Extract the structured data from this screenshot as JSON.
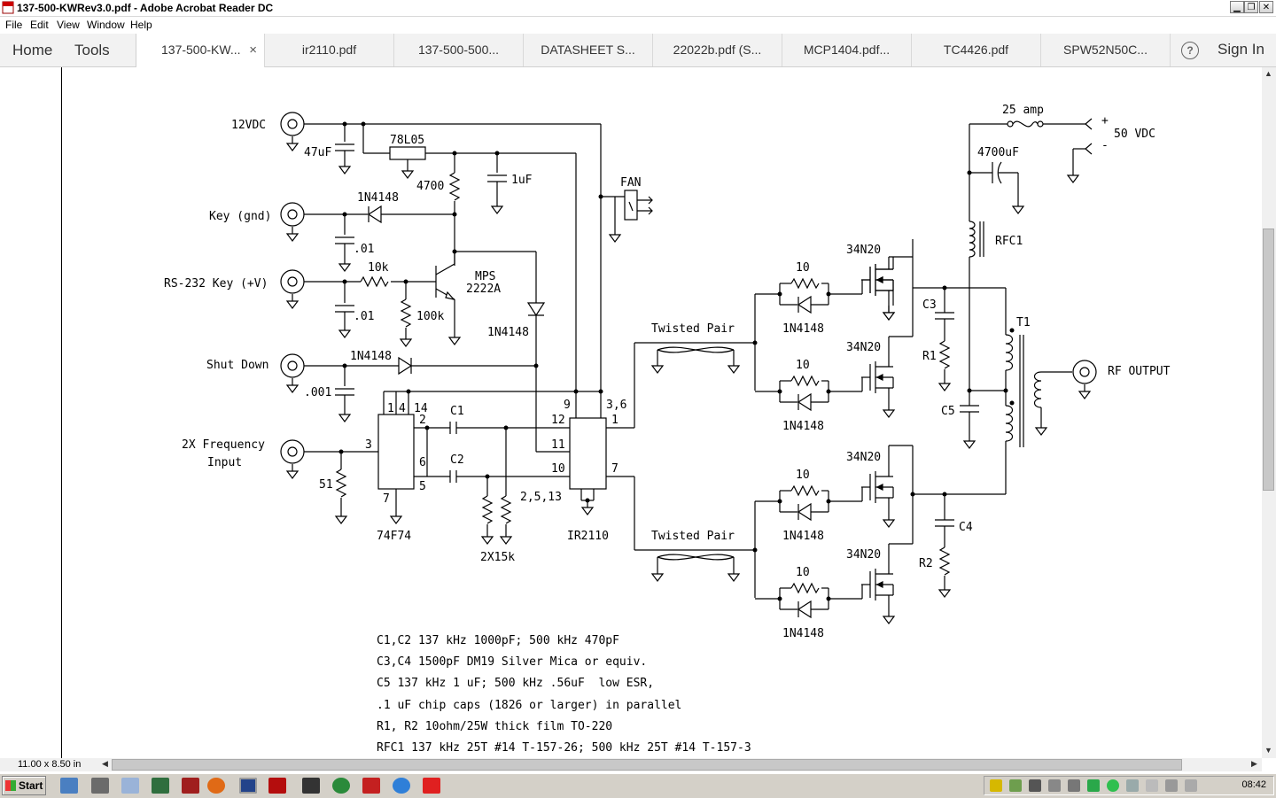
{
  "window": {
    "title": "137-500-KWRev3.0.pdf - Adobe Acrobat Reader DC",
    "buttons": [
      "▁",
      "❐",
      "✕"
    ]
  },
  "menu": [
    "File",
    "Edit",
    "View",
    "Window",
    "Help"
  ],
  "toolbar": {
    "home": "Home",
    "tools": "Tools",
    "tabs": [
      {
        "label": "137-500-KW...",
        "close": "×"
      },
      {
        "label": "ir2110.pdf"
      },
      {
        "label": "137-500-500..."
      },
      {
        "label": "DATASHEET S..."
      },
      {
        "label": "22022b.pdf (S..."
      },
      {
        "label": "MCP1404.pdf..."
      },
      {
        "label": "TC4426.pdf"
      },
      {
        "label": "SPW52N50C..."
      }
    ],
    "help": "?",
    "sign_in": "Sign In"
  },
  "schematic": {
    "labels": {
      "v12": "12VDC",
      "c47": "47uF",
      "reg": "78L05",
      "r4700": "4700",
      "c1uf": "1uF",
      "fan": "FAN",
      "key": "Key (gnd)",
      "d1": "1N4148",
      "c01a": ".01",
      "rs232": "RS-232 Key (+V)",
      "r10k": "10k",
      "mps": "MPS",
      "q2222": "2222A",
      "r100k": "100k",
      "c01b": ".01",
      "d2": "1N4148",
      "shutdown": "Shut Down",
      "d3": "1N4148",
      "c001": ".001",
      "freq1": "2X Frequency",
      "freq2": "Input",
      "r51": "51",
      "u1": "74F74",
      "u1p1": "1",
      "u1p4": "4",
      "u1p14": "14",
      "u1p2": "2",
      "u1p3": "3",
      "u1p6": "6",
      "u1p5": "5",
      "u1p7": "7",
      "cC1": "C1",
      "cC2": "C2",
      "r15k": "2X15k",
      "u2": "IR2110",
      "u2p9": "9",
      "u2p36": "3,6",
      "u2p12": "12",
      "u2p1": "1",
      "u2p11": "11",
      "u2p10": "10",
      "u2p7": "7",
      "u2p2513": "2,5,13",
      "tp1": "Twisted Pair",
      "tp2": "Twisted Pair",
      "fet1": "34N20",
      "fet2": "34N20",
      "fet3": "34N20",
      "fet4": "34N20",
      "r10a": "10",
      "r10b": "10",
      "r10c": "10",
      "r10d": "10",
      "dg1": "1N4148",
      "dg2": "1N4148",
      "dg3": "1N4148",
      "dg4": "1N4148",
      "fuse": "25 amp",
      "plus": "+",
      "minus": "-",
      "v50": "50 VDC",
      "c4700": "4700uF",
      "rfc1": "RFC1",
      "t1": "T1",
      "c3": "C3",
      "r1": "R1",
      "c5": "C5",
      "c4": "C4",
      "r2": "R2",
      "rfout": "RF OUTPUT"
    },
    "notes": [
      "C1,C2 137 kHz 1000pF; 500 kHz 470pF",
      "C3,C4 1500pF DM19 Silver Mica or equiv.",
      "C5 137 kHz 1 uF; 500 kHz .56uF  low ESR,",
      ".1 uF chip caps (1826 or larger) in parallel",
      "R1, R2 10ohm/25W thick film TO-220",
      "RFC1 137 kHz 25T #14 T-157-26; 500 kHz 25T #14 T-157-3"
    ]
  },
  "status": {
    "page_size": "11.00 x 8.50 in"
  },
  "taskbar": {
    "start": "Start",
    "time": "08:42"
  },
  "colors": {
    "tabbar_bg": "#f2f2f2",
    "taskbar_bg": "#d4d0c8",
    "ink": "#000000"
  }
}
